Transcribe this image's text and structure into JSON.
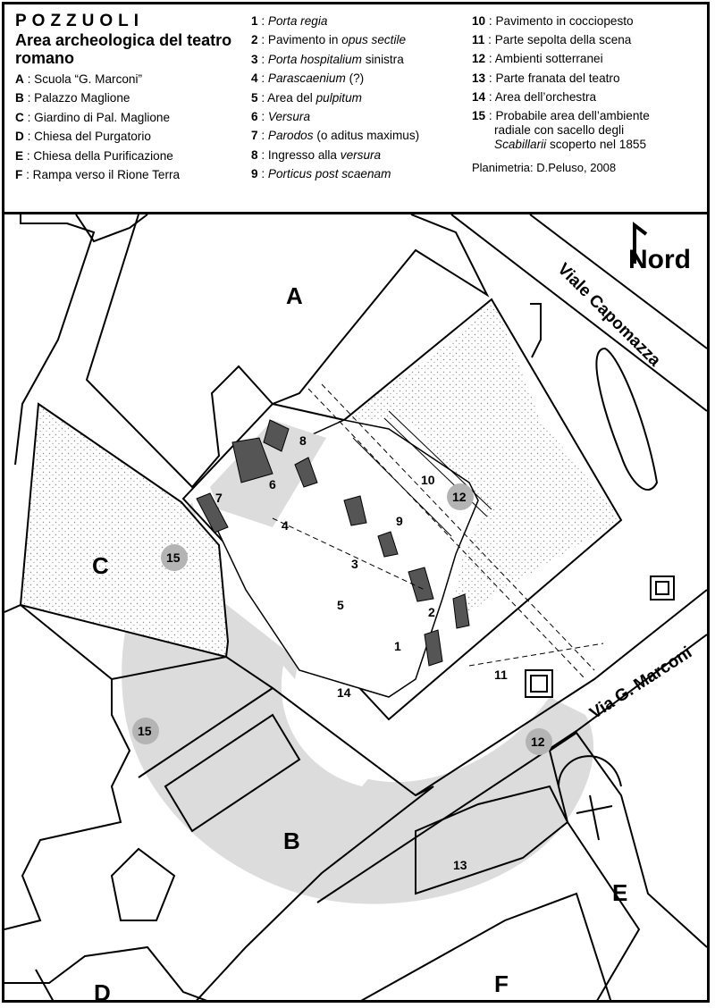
{
  "legend": {
    "city": "POZZUOLI",
    "title": "Area archeologica del teatro romano",
    "buildings": [
      {
        "key": "A",
        "sep": ": ",
        "text": "Scuola “G. Marconi”"
      },
      {
        "key": "B",
        "sep": ": ",
        "text": "Palazzo Maglione"
      },
      {
        "key": "C",
        "sep": ": ",
        "text": "Giardino di Pal. Maglione"
      },
      {
        "key": "D",
        "sep": ": ",
        "text": "Chiesa del Purgatorio"
      },
      {
        "key": "E",
        "sep": ": ",
        "text": "Chiesa della Purificazione"
      },
      {
        "key": "F",
        "sep": ": ",
        "text": "Rampa verso il Rione Terra"
      }
    ],
    "items_col2": [
      {
        "num": "1",
        "sep": ": ",
        "pre": "",
        "it": "Porta regia",
        "post": ""
      },
      {
        "num": "2",
        "sep": ": ",
        "pre": "Pavimento in ",
        "it": "opus sectile",
        "post": ""
      },
      {
        "num": "3",
        "sep": ": ",
        "pre": "",
        "it": "Porta hospitalium",
        "post": " sinistra"
      },
      {
        "num": "4",
        "sep": ": ",
        "pre": "",
        "it": "Parascaenium",
        "post": " (?)"
      },
      {
        "num": "5",
        "sep": ": ",
        "pre": "Area del ",
        "it": "pulpitum",
        "post": ""
      },
      {
        "num": "6",
        "sep": ": ",
        "pre": "",
        "it": "Versura",
        "post": ""
      },
      {
        "num": "7",
        "sep": ": ",
        "pre": "",
        "it": "Parodos",
        "post": " (o aditus maximus)"
      },
      {
        "num": "8",
        "sep": ": ",
        "pre": "Ingresso alla ",
        "it": "versura",
        "post": ""
      },
      {
        "num": "9",
        "sep": ": ",
        "pre": "",
        "it": "Porticus post scaenam",
        "post": ""
      }
    ],
    "items_col3": [
      {
        "num": "10",
        "sep": ": ",
        "text": "Pavimento in cocciopesto"
      },
      {
        "num": "11",
        "sep": ": ",
        "text": "Parte sepolta della scena"
      },
      {
        "num": "12",
        "sep": ": ",
        "text": "Ambienti sotterranei"
      },
      {
        "num": "13",
        "sep": ": ",
        "text": "Parte franata del teatro"
      },
      {
        "num": "14",
        "sep": ": ",
        "text": "Area dell’orchestra"
      }
    ],
    "item15": {
      "num": "15",
      "sep": ": ",
      "line1": "Probabile area dell’ambiente",
      "line2": "radiale con sacello degli",
      "it": "Scabillarii",
      "post": " scoperto nel 1855"
    },
    "credit": "Planimetria: D.Peluso, 2008"
  },
  "map": {
    "letters": {
      "A": "A",
      "B": "B",
      "C": "C",
      "D": "D",
      "E": "E",
      "F": "F"
    },
    "nums": {
      "n1": "1",
      "n2": "2",
      "n3": "3",
      "n4": "4",
      "n5": "5",
      "n6": "6",
      "n7": "7",
      "n8": "8",
      "n9": "9",
      "n10": "10",
      "n11": "11",
      "n12a": "12",
      "n12b": "12",
      "n13": "13",
      "n14": "14",
      "n15a": "15",
      "n15b": "15"
    },
    "streets": {
      "capomazza": "Viale Capomazza",
      "marconi": "Via G. Marconi"
    },
    "north": "Nord",
    "colors": {
      "ink": "#000000",
      "shade": "#dcdcdc",
      "circle": "#b4b4b4",
      "paper": "#ffffff",
      "stipple": "#8c8c8c"
    }
  }
}
